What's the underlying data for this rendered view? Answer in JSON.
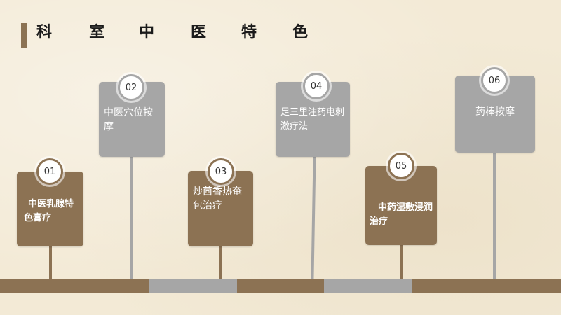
{
  "title": [
    "科",
    "室",
    "中",
    "医",
    "特",
    "色"
  ],
  "items": [
    {
      "number": "01",
      "text": "中医乳腺特色膏疗"
    },
    {
      "number": "02",
      "text": "中医穴位按摩"
    },
    {
      "number": "03",
      "text": "炒茴香热奄包治疗"
    },
    {
      "number": "04",
      "text": "足三里注药电刺激疗法"
    },
    {
      "number": "05",
      "text": "中药湿敷浸润治疗"
    },
    {
      "number": "06",
      "text": "药棒按摩"
    }
  ],
  "colors": {
    "brown": "#8c7253",
    "gray": "#a6a6a6",
    "background": "#f3ead6"
  }
}
